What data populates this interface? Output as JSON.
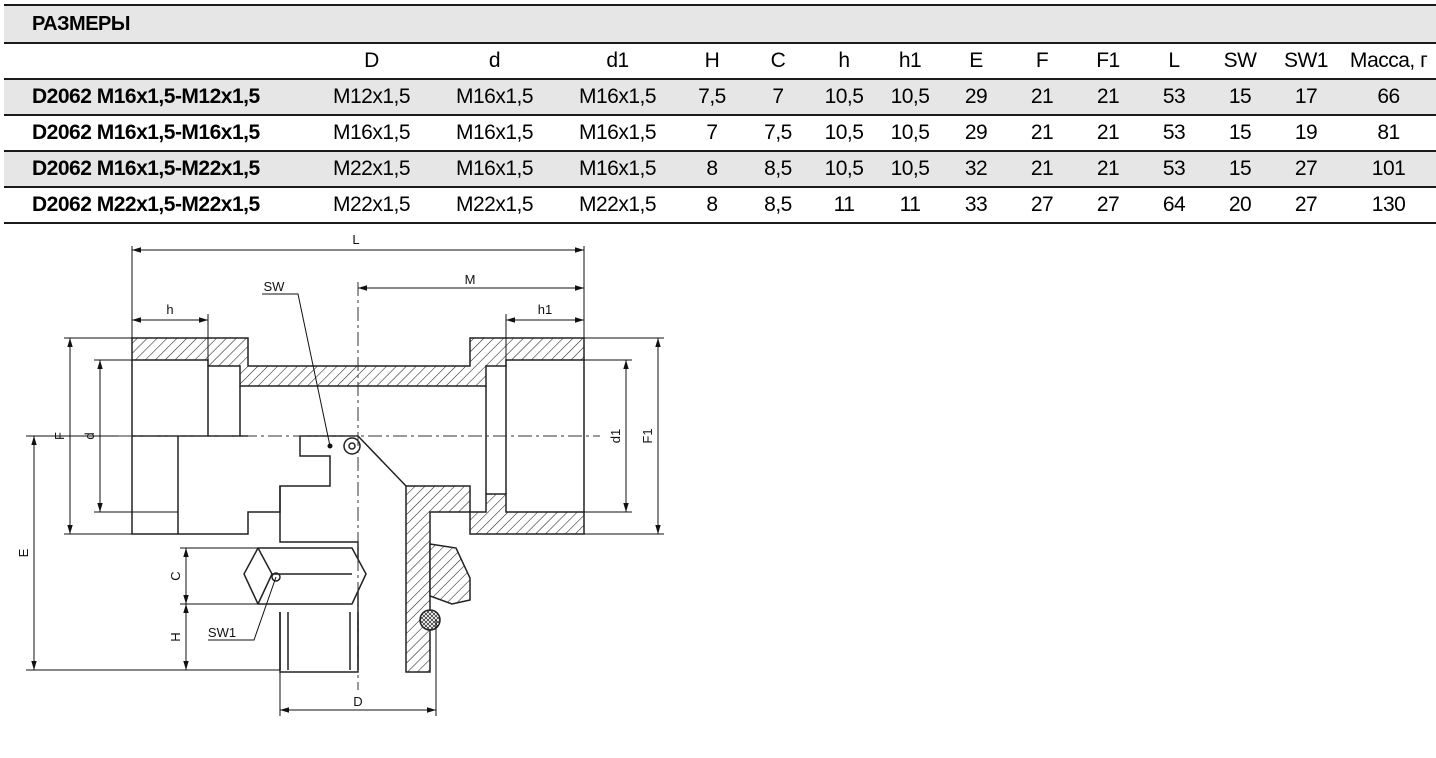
{
  "table": {
    "title": "РАЗМЕРЫ",
    "headers": [
      "",
      "D",
      "d",
      "d1",
      "H",
      "C",
      "h",
      "h1",
      "E",
      "F",
      "F1",
      "L",
      "SW",
      "SW1",
      "Масса, г"
    ],
    "rows": [
      [
        "D2062 M16x1,5-M12x1,5",
        "M12x1,5",
        "M16x1,5",
        "M16x1,5",
        "7,5",
        "7",
        "10,5",
        "10,5",
        "29",
        "21",
        "21",
        "53",
        "15",
        "17",
        "66"
      ],
      [
        "D2062 M16x1,5-M16x1,5",
        "M16x1,5",
        "M16x1,5",
        "M16x1,5",
        "7",
        "7,5",
        "10,5",
        "10,5",
        "29",
        "21",
        "21",
        "53",
        "15",
        "19",
        "81"
      ],
      [
        "D2062 M16x1,5-M22x1,5",
        "M22x1,5",
        "M16x1,5",
        "M16x1,5",
        "8",
        "8,5",
        "10,5",
        "10,5",
        "32",
        "21",
        "21",
        "53",
        "15",
        "27",
        "101"
      ],
      [
        "D2062 M22x1,5-M22x1,5",
        "M22x1,5",
        "M22x1,5",
        "M22x1,5",
        "8",
        "8,5",
        "11",
        "11",
        "33",
        "27",
        "27",
        "64",
        "20",
        "27",
        "130"
      ]
    ]
  },
  "drawing": {
    "labels": {
      "L": "L",
      "M": "M",
      "SW": "SW",
      "h": "h",
      "h1": "h1",
      "F": "F",
      "d": "d",
      "d1": "d1",
      "F1": "F1",
      "E": "E",
      "C": "C",
      "H": "H",
      "SW1": "SW1",
      "D": "D"
    }
  }
}
